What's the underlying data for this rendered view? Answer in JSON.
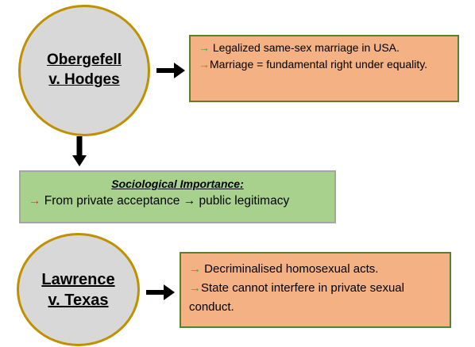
{
  "cases": {
    "top": {
      "name_line1": "Obergefell",
      "name_line2": "v. Hodges",
      "points": [
        {
          "bullet": "→",
          "text": " Legalized same-sex marriage in USA."
        },
        {
          "bullet": "→",
          "text": "Marriage = fundamental right under equality."
        }
      ]
    },
    "bottom": {
      "name_line1": "Lawrence",
      "name_line2": "v. Texas",
      "points": [
        {
          "bullet": "→",
          "text": " Decriminalised homosexual acts."
        },
        {
          "bullet": "→",
          "text": "State cannot interfere in private sexual conduct."
        }
      ]
    }
  },
  "importance": {
    "title": "Sociological Importance:",
    "bullet": "→",
    "text": " From private acceptance → public legitimacy"
  },
  "colors": {
    "circle_fill": "#d8d8d8",
    "circle_border": "#bf9000",
    "box_fill": "#f4b183",
    "box_border": "#548235",
    "importance_fill": "#a9d18e",
    "green_arrow": "#38a838",
    "red_arrow": "#e03030"
  }
}
